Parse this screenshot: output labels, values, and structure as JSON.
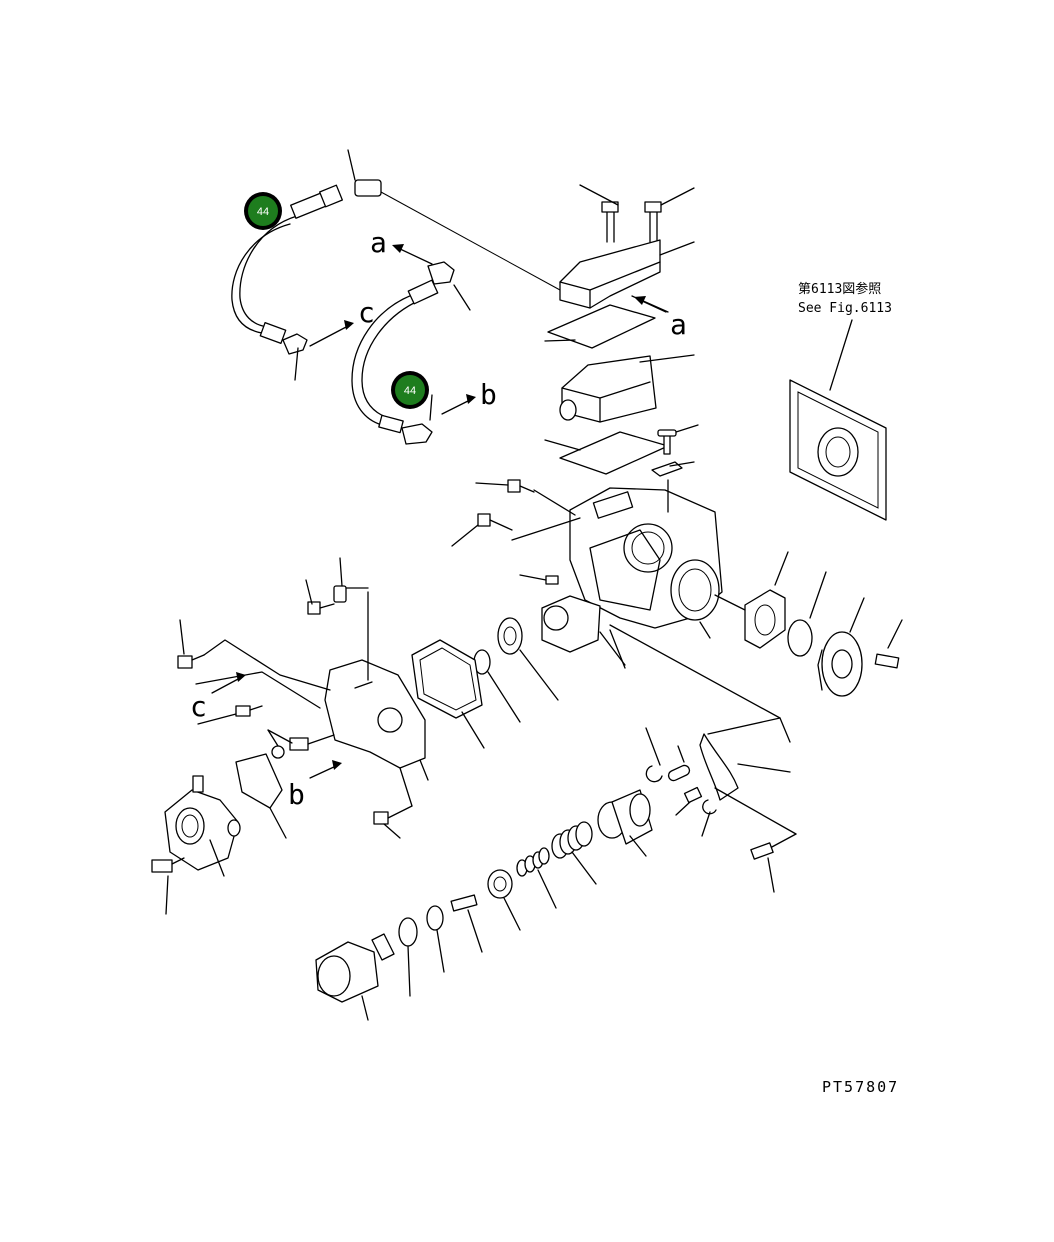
{
  "reference": {
    "jp_text": "第6113図参照",
    "en_text": "See Fig.6113"
  },
  "figure_code": "PT57807",
  "badge_color": "#1e7d1e",
  "badges": [
    {
      "label": "44"
    },
    {
      "label": "44"
    }
  ],
  "flow_labels": {
    "a_top": "a",
    "a_valve": "a",
    "b_top": "b",
    "b_pump": "b",
    "c_top": "c",
    "c_pump": "c"
  }
}
